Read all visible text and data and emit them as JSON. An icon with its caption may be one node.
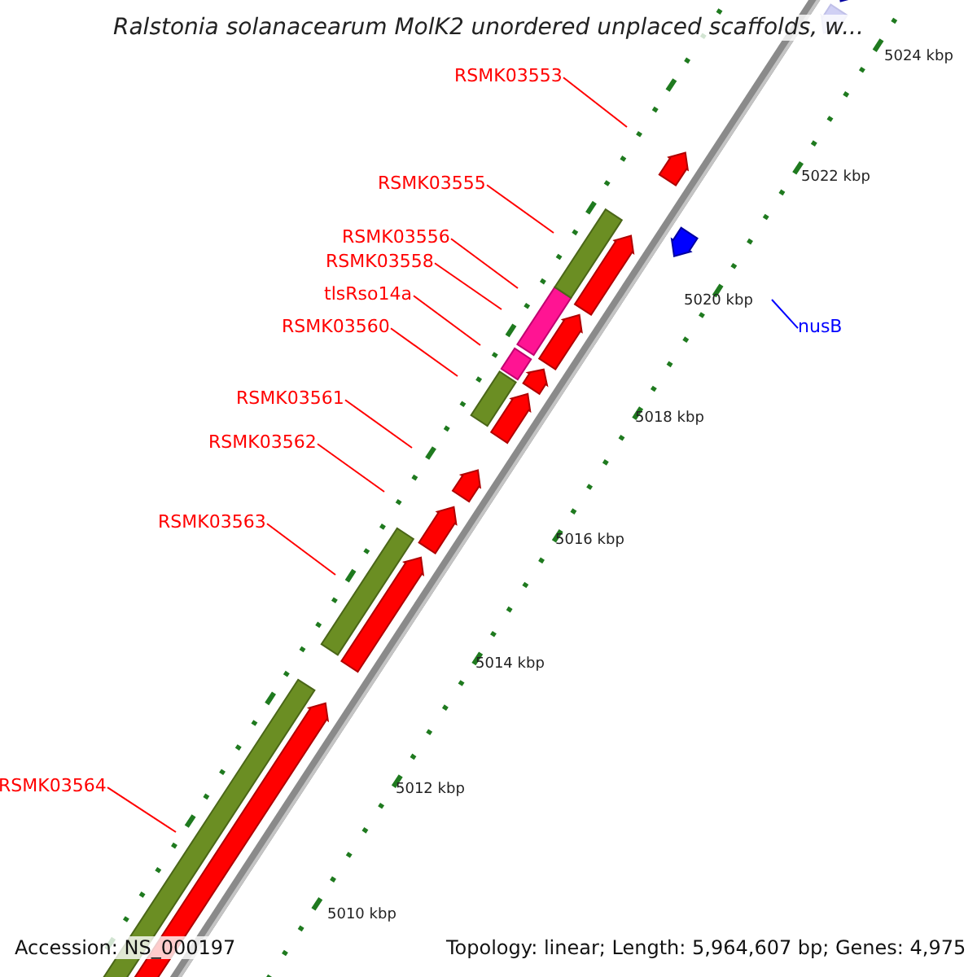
{
  "diagram": {
    "title": "Ralstonia solanacearum MolK2 unordered unplaced scaffolds, w...",
    "nodes": [
      {
        "text": [
          "RSMK03553"
        ]
      },
      {
        "text": [
          "RSMK03555"
        ]
      },
      {
        "text": [
          "RSMK03556"
        ]
      },
      {
        "text": [
          "RSMK03558"
        ]
      },
      {
        "text": [
          "tlsRso14a"
        ]
      },
      {
        "text": [
          "RSMK03560"
        ]
      },
      {
        "text": [
          "RSMK03561"
        ]
      },
      {
        "text": [
          "RSMK03562"
        ]
      },
      {
        "text": [
          "RSMK03563"
        ]
      },
      {
        "text": [
          "RSMK03564"
        ]
      },
      {
        "text": [
          "nusB"
        ]
      }
    ],
    "edges": [
      {
        "from": 0,
        "to": null,
        "arrow": "none"
      },
      {
        "from": 1,
        "to": null,
        "arrow": "none"
      },
      {
        "from": 2,
        "to": null,
        "arrow": "none"
      },
      {
        "from": 3,
        "to": null,
        "arrow": "none"
      },
      {
        "from": 4,
        "to": null,
        "arrow": "none"
      },
      {
        "from": 5,
        "to": null,
        "arrow": "none"
      },
      {
        "from": 6,
        "to": null,
        "arrow": "none"
      },
      {
        "from": 7,
        "to": null,
        "arrow": "none"
      },
      {
        "from": 8,
        "to": null,
        "arrow": "none"
      },
      {
        "from": 9,
        "to": null,
        "arrow": "none"
      },
      {
        "from": 10,
        "to": null,
        "arrow": "none",
        "color": "#0000ff"
      }
    ],
    "labels": [
      "5024 kbp",
      "5022 kbp",
      "5020 kbp",
      "5018 kbp",
      "5016 kbp",
      "5014 kbp",
      "5012 kbp",
      "5010 kbp",
      "Accession: NS_000197",
      "Topology: linear; Length: 5,964,607 bp; Genes: 4,975"
    ]
  }
}
